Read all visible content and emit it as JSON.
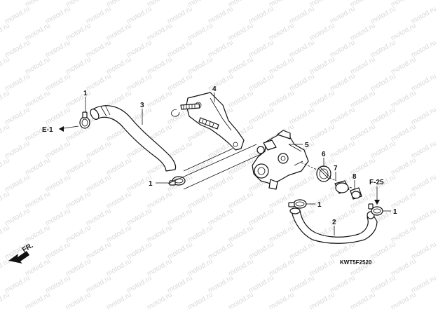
{
  "watermark": {
    "text": "motod.ru"
  },
  "colors": {
    "line": "#111111",
    "background": "#ffffff",
    "watermark": "#d9d9d9"
  },
  "callouts": {
    "clip_top": "1",
    "hose_upper": "3",
    "bracket": "4",
    "valve": "5",
    "filter": "6",
    "cap": "7",
    "plug": "8",
    "clip_mid": "1",
    "clip_low": "1",
    "hose_lower": "2",
    "clip_right": "1"
  },
  "references": {
    "e1": "E-1",
    "f25": "F-25"
  },
  "front_indicator": {
    "label": "FR."
  },
  "diagram_code": "KWT5F2520"
}
